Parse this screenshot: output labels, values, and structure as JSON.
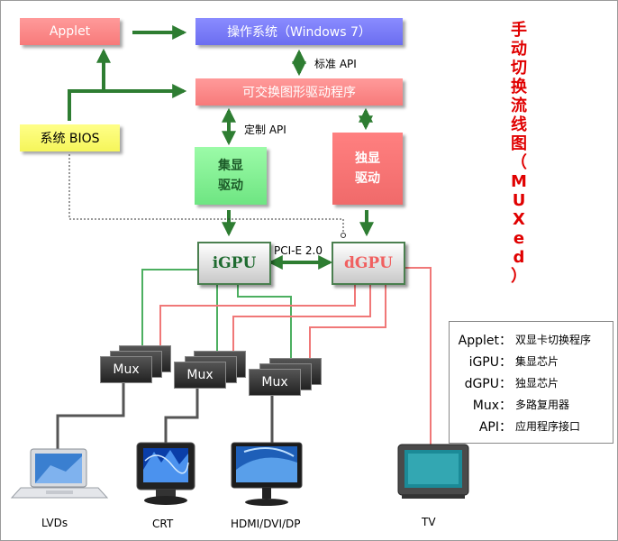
{
  "title": [
    "手",
    "动",
    "切",
    "换",
    "流",
    "线",
    "图",
    "（",
    "M",
    "U",
    "X",
    "e",
    "d",
    "）"
  ],
  "boxes": {
    "applet": "Applet",
    "os": "操作系统（Windows 7）",
    "switchable_driver": "可交换图形驱动程序",
    "bios": "系统 BIOS",
    "igpu_driver": [
      "集显",
      "驱动"
    ],
    "dgpu_driver": [
      "独显",
      "驱动"
    ],
    "igpu": "iGPU",
    "dgpu": "dGPU",
    "mux": "Mux"
  },
  "labels": {
    "standard_api": "标准 API",
    "custom_api": "定制 API",
    "pcie": "PCI-E 2.0"
  },
  "devices": {
    "lvds": "LVDs",
    "crt": "CRT",
    "hdmi": "HDMI/DVI/DP",
    "tv": "TV"
  },
  "legend": [
    {
      "key": "Applet：",
      "value": "双显卡切换程序"
    },
    {
      "key": "iGPU：",
      "value": "集显芯片"
    },
    {
      "key": "dGPU：",
      "value": "独显芯片"
    },
    {
      "key": "Mux：",
      "value": "多路复用器"
    },
    {
      "key": "API：",
      "value": "应用程序接口"
    }
  ],
  "colors": {
    "arrow": "#2e7d32",
    "igpu_wire": "#4caf60",
    "dgpu_wire": "#f07878",
    "mux_output_wire": "#555555",
    "title": "#e00000"
  }
}
